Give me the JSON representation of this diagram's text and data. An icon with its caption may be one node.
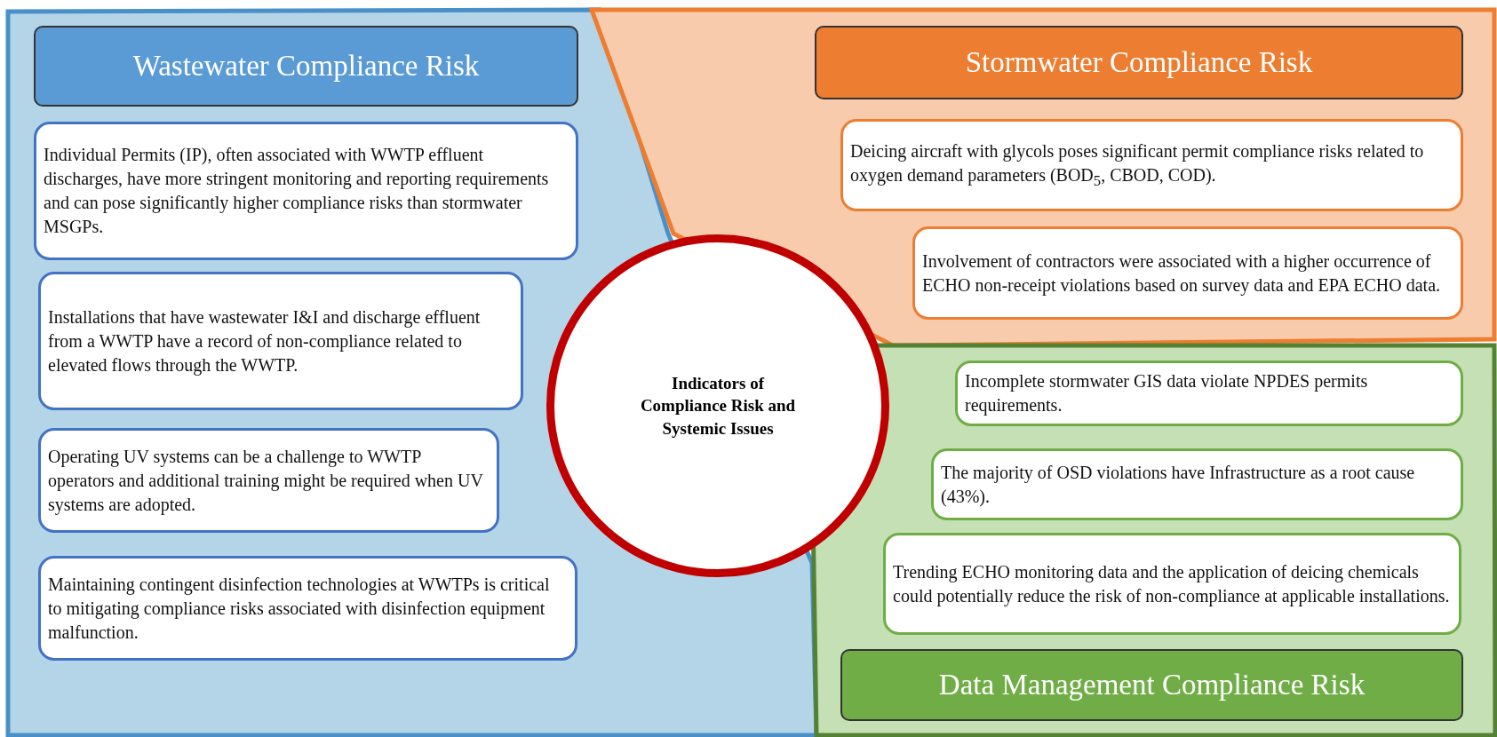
{
  "diagram": {
    "nodes": [
      {
        "text": [],
        "shape": "box"
      },
      {
        "text": [
          "Wastewater Compliance Risk"
        ],
        "in": 0
      },
      {
        "text": [
          "Individual Permits (IP), often associated with WWTP effluent discharges, have more stringent monitoring and reporting requirements and can pose significantly higher compliance risks than stormwater MSGPs."
        ],
        "in": 0
      },
      {
        "text": [
          "Installations that have wastewater I&I and discharge effluent from a WWTP have a record of non-compliance related to elevated flows through the WWTP."
        ],
        "in": 0
      },
      {
        "text": [
          "Operating UV systems can be a challenge to WWTP operators and additional training might be required when UV systems are adopted."
        ],
        "in": 0
      },
      {
        "text": [
          "Maintaining contingent disinfection technologies at WWTPs is critical to mitigating compliance risks associated with disinfection equipment malfunction."
        ],
        "in": 0
      },
      {
        "text": [],
        "shape": "box"
      },
      {
        "text": [
          "Stormwater Compliance Risk"
        ],
        "in": 6
      },
      {
        "text": [
          "Deicing aircraft with glycols poses significant permit compliance risks related to oxygen demand parameters (BOD$_{5}$, CBOD, COD)."
        ],
        "in": 6
      },
      {
        "text": [
          "Involvement of contractors were associated with a higher occurrence of ECHO non-receipt violations based on survey data and EPA ECHO data."
        ],
        "in": 6
      },
      {
        "text": [],
        "shape": "box"
      },
      {
        "text": [
          "Incomplete stormwater GIS data violate NPDES permits requirements."
        ],
        "in": 10
      },
      {
        "text": [
          "The majority of OSD violations have Infrastructure as a root cause (43%)."
        ],
        "in": 10
      },
      {
        "text": [
          "Trending ECHO monitoring data and the application of deicing chemicals could potentially reduce the risk of non-compliance at applicable installations."
        ],
        "in": 10
      },
      {
        "text": [
          "Data Management Compliance Risk"
        ],
        "in": 10
      },
      {
        "text": [
          "Indicators of Compliance Risk and Systemic Issues"
        ]
      }
    ]
  }
}
